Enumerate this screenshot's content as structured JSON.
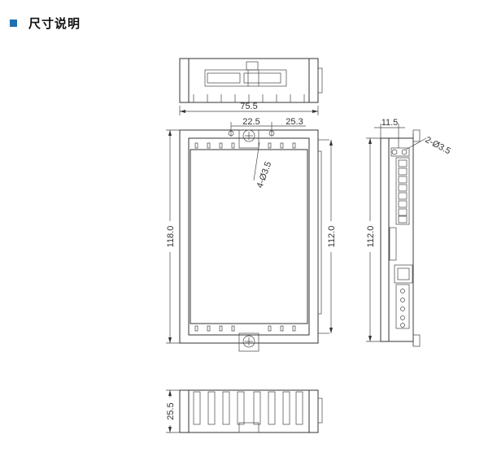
{
  "header": {
    "title": "尺寸说明"
  },
  "colors": {
    "accent": "#1f6fb2",
    "line": "#333333"
  },
  "dimensions": {
    "top_width": "75.5",
    "hole_left": "22.5",
    "hole_right": "25.3",
    "holes_front": "4-Ø3.5",
    "height_total": "118.0",
    "height_inner": "112.0",
    "side_height": "112.0",
    "side_offset": "11.5",
    "holes_side": "2-Ø3.5",
    "bottom_height": "25.5"
  }
}
